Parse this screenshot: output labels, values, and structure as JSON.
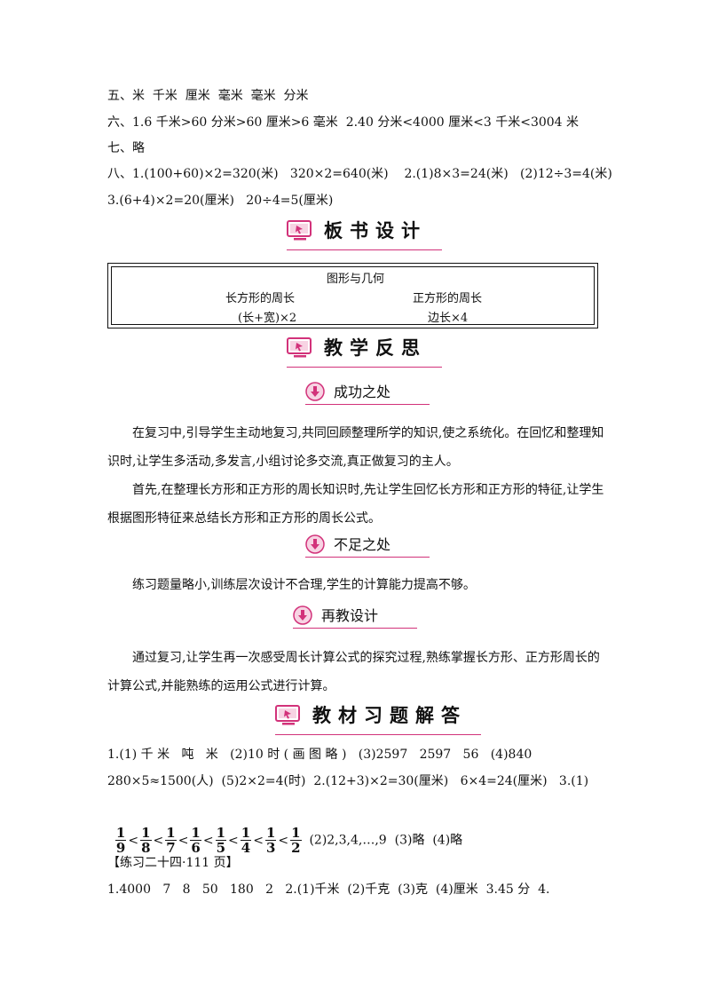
{
  "answers_top": {
    "line5": "五、米  千米  厘米  毫米  毫米  分米",
    "line6": "六、1.6 千米>60 分米>60 厘米>6 毫米  2.40 分米<4000 厘米<3 千米<3004 米",
    "line7": "七、略",
    "line8": "八、1.(100+60)×2=320(米)   320×2=640(米)    2.(1)8×3=24(米)   (2)12÷3=4(米)",
    "line9": "3.(6+4)×2=20(厘米)   20÷4=5(厘米)"
  },
  "board_section": {
    "title": "板书设计",
    "heading": "图形与几何",
    "left_label": "长方形的周长",
    "left_formula": "(长+宽)×2",
    "right_label": "正方形的周长",
    "right_formula": "边长×4"
  },
  "reflection_section": {
    "title": "教学反思",
    "success": {
      "title": "成功之处",
      "p1": "在复习中,引导学生主动地复习,共同回顾整理所学的知识,使之系统化。在回忆和整理知识时,让学生多活动,多发言,小组讨论多交流,真正做复习的主人。",
      "p2": "首先,在整理长方形和正方形的周长知识时,先让学生回忆长方形和正方形的特征,让学生根据图形特征来总结长方形和正方形的周长公式。"
    },
    "shortcoming": {
      "title": "不足之处",
      "p1": "练习题量略小,训练层次设计不合理,学生的计算能力提高不够。"
    },
    "redesign": {
      "title": "再教设计",
      "p1": "通过复习,让学生再一次感受周长计算公式的探究过程,熟练掌握长方形、正方形周长的计算公式,并能熟练的运用公式进行计算。"
    }
  },
  "textbook_section": {
    "title": "教材习题解答",
    "line1": "1.(1) 千 米   吨   米   (2)10 时 ( 画 图 略 )   (3)2597   2597   56   (4)840",
    "line2": "280×5≈1500(人)  (5)2×2=4(时)  2.(12+3)×2=30(厘米)   6×4=24(厘米)   3.(1)",
    "fractions": [
      {
        "num": "1",
        "den": "9"
      },
      {
        "num": "1",
        "den": "8"
      },
      {
        "num": "1",
        "den": "7"
      },
      {
        "num": "1",
        "den": "6"
      },
      {
        "num": "1",
        "den": "5"
      },
      {
        "num": "1",
        "den": "4"
      },
      {
        "num": "1",
        "den": "3"
      },
      {
        "num": "1",
        "den": "2"
      }
    ],
    "lt": "<",
    "line3_tail": "  (2)2,3,4,…,9  (3)略  (4)略",
    "practice_heading": "【练习二十四·111 页】",
    "line4": "1.4000   7   8   50   180   2   2.(1)千米  (2)千克  (3)克  (4)厘米  3.45 分  4."
  },
  "colors": {
    "accent": "#d2327a",
    "text": "#111111"
  }
}
